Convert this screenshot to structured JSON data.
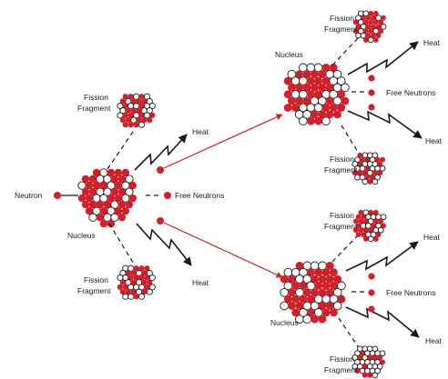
{
  "labels": {
    "neutron": "Neutron",
    "nucleus": "Nucleus",
    "fission_fragment_line1": "Fission",
    "fission_fragment_line2": "Fragment",
    "heat": "Heat",
    "free_neutrons": "Free Neutrons"
  },
  "colors": {
    "proton_red": "#d0202a",
    "neutron_outline": "#1a1a1a",
    "arrow_red": "#d0202a",
    "line_black": "#1a1a1a",
    "background": "#ffffff"
  },
  "icons": {
    "proton": "filled-red-circle",
    "neutron": "hollow-circle",
    "heat": "zigzag-arrow"
  }
}
